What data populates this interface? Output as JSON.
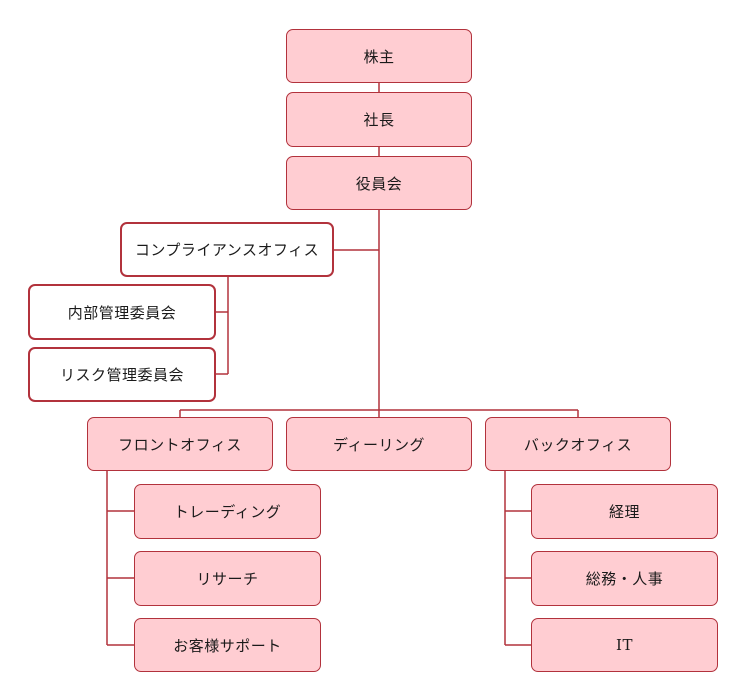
{
  "chart": {
    "nodes": {
      "shareholders": "株主",
      "president": "社長",
      "board": "役員会",
      "compliance": "コンプライアンスオフィス",
      "internal_committee": "内部管理委員会",
      "risk_committee": "リスク管理委員会",
      "front_office": "フロントオフィス",
      "dealing": "ディーリング",
      "back_office": "バックオフィス",
      "trading": "トレーディング",
      "research": "リサーチ",
      "customer_support": "お客様サポート",
      "accounting": "経理",
      "general_hr": "総務・人事",
      "it": "IT"
    },
    "colors": {
      "line": "#b2323c",
      "fill": "#ffcdd2",
      "border": "#b2323c"
    }
  }
}
